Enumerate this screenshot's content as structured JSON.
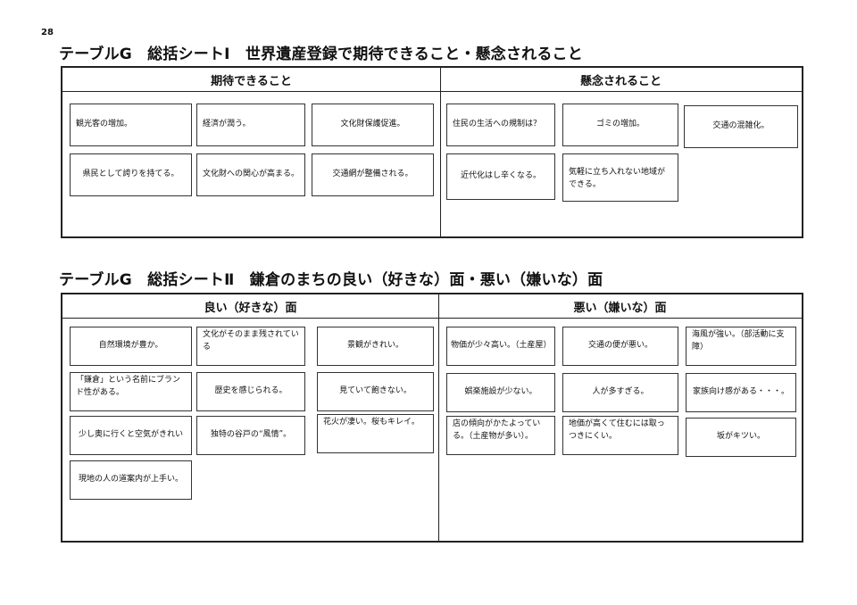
{
  "page_number": "28",
  "sheet1": {
    "title": "テーブルG　総括シートⅠ　世界遺産登録で期待できること・懸念されること",
    "left_header": "期待できること",
    "right_header": "懸念されること",
    "expected": [
      "観光客の増加。",
      "経済が潤う。",
      "文化財保護促進。",
      "県民として誇りを持てる。",
      "文化財への関心が高まる。",
      "交通網が整備される。"
    ],
    "concerns": [
      "住民の生活への規制は？",
      "ゴミの増加。",
      "交通の混雑化。",
      "近代化はし辛くなる。",
      "気軽に立ち入れない地域ができる。"
    ]
  },
  "sheet2": {
    "title": "テーブルG　総括シートⅡ　鎌倉のまちの良い（好きな）面・悪い（嫌いな）面",
    "left_header": "良い（好きな）面",
    "right_header": "悪い（嫌いな）面",
    "good": [
      "自然環境が豊か。",
      "文化がそのまま残されている",
      "景観がきれい。",
      "「鎌倉」という名前にブランド性がある。",
      "歴史を感じられる。",
      "見ていて飽きない。",
      "少し奥に行くと空気がきれい",
      "独特の谷戸の“風情”。",
      "花火が凄い。桜もキレイ。",
      "現地の人の道案内が上手い。"
    ],
    "bad": [
      "物価が少々高い。（土産屋）",
      "交通の便が悪い。",
      "海風が強い。（部活動に支障）",
      "娯楽施設が少ない。",
      "人が多すぎる。",
      "家族向け感がある・・・。",
      "店の傾向がかたよっている。（土産物が多い）。",
      "地価が高くて住むには取っつきにくい。",
      "坂がキツい。"
    ]
  }
}
